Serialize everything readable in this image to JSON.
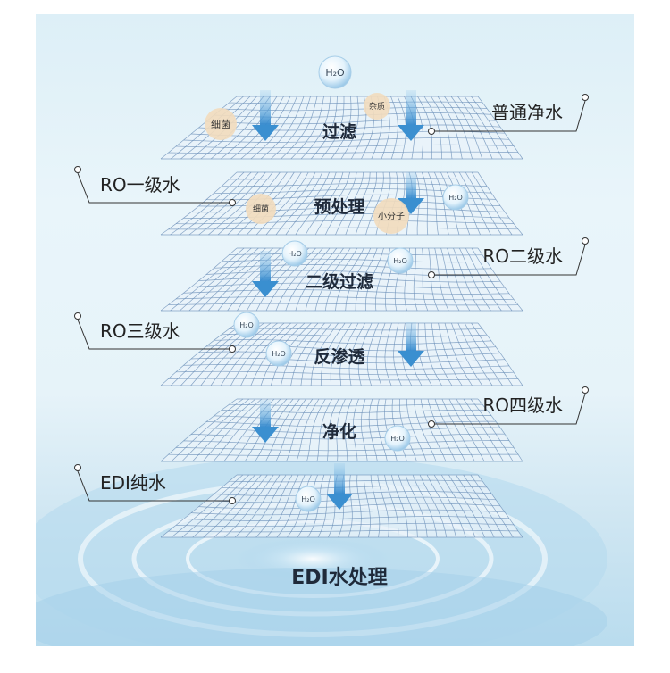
{
  "h2o_label": "H₂O",
  "molecules": [
    {
      "text": "H₂O",
      "kind": "drop"
    },
    {
      "text": "细菌",
      "kind": "particle"
    },
    {
      "text": "杂质",
      "kind": "particle"
    },
    {
      "text": "细菌",
      "kind": "particle"
    },
    {
      "text": "小分子",
      "kind": "particle"
    }
  ],
  "stages": [
    {
      "title": "过滤",
      "side_label": "普通净水",
      "side": "right"
    },
    {
      "title": "预处理",
      "side_label": "RO一级水",
      "side": "left"
    },
    {
      "title": "二级过滤",
      "side_label": "RO二级水",
      "side": "right"
    },
    {
      "title": "反渗透",
      "side_label": "RO三级水",
      "side": "left"
    },
    {
      "title": "净化",
      "side_label": "RO四级水",
      "side": "right"
    },
    {
      "title": "",
      "side_label": "EDI纯水",
      "side": "left"
    }
  ],
  "footer_title": "EDI水处理",
  "colors": {
    "arrow": "#3a8fd0",
    "grid": "#6a8fb8",
    "particle": "#f2dcbd",
    "drop": "#dbeefa",
    "text": "#222222"
  }
}
